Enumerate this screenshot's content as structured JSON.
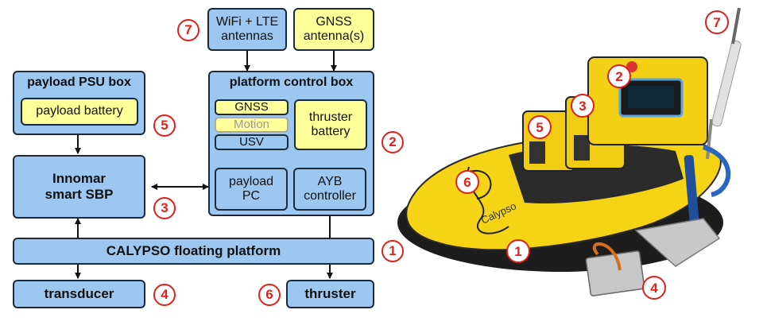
{
  "boxes": {
    "wifi_lte": "WiFi + LTE antennas",
    "gnss_antenna": "GNSS antenna(s)",
    "payload_psu_box": "payload PSU box",
    "payload_battery": "payload battery",
    "platform_control_box": "platform control box",
    "gnss": "GNSS",
    "motion": "Motion",
    "usv": "USV",
    "thruster_battery": "thruster battery",
    "innomar_sbp": "Innomar smart SBP",
    "payload_pc": "payload PC",
    "ayb_controller": "AYB controller",
    "calypso_platform": "CALYPSO floating platform",
    "transducer": "transducer",
    "thruster": "thruster"
  },
  "markers": {
    "antennas": "7",
    "psu": "5",
    "control_box": "2",
    "sbp": "3",
    "platform": "1",
    "transducer": "4",
    "thruster": "6"
  },
  "photo_markers": {
    "antenna": "7",
    "control_box": "2",
    "sbp": "3",
    "psu": "5",
    "thruster": "6",
    "platform": "1",
    "transducer": "4"
  },
  "photo_text": {
    "hull_lettering": "Calypso"
  },
  "colors": {
    "box_blue": "#9cc7f0",
    "box_yellow": "#ffff99",
    "marker_red": "#e0201b",
    "hull_yellow": "#f5d315",
    "gray_text": "#9a9a9a"
  }
}
